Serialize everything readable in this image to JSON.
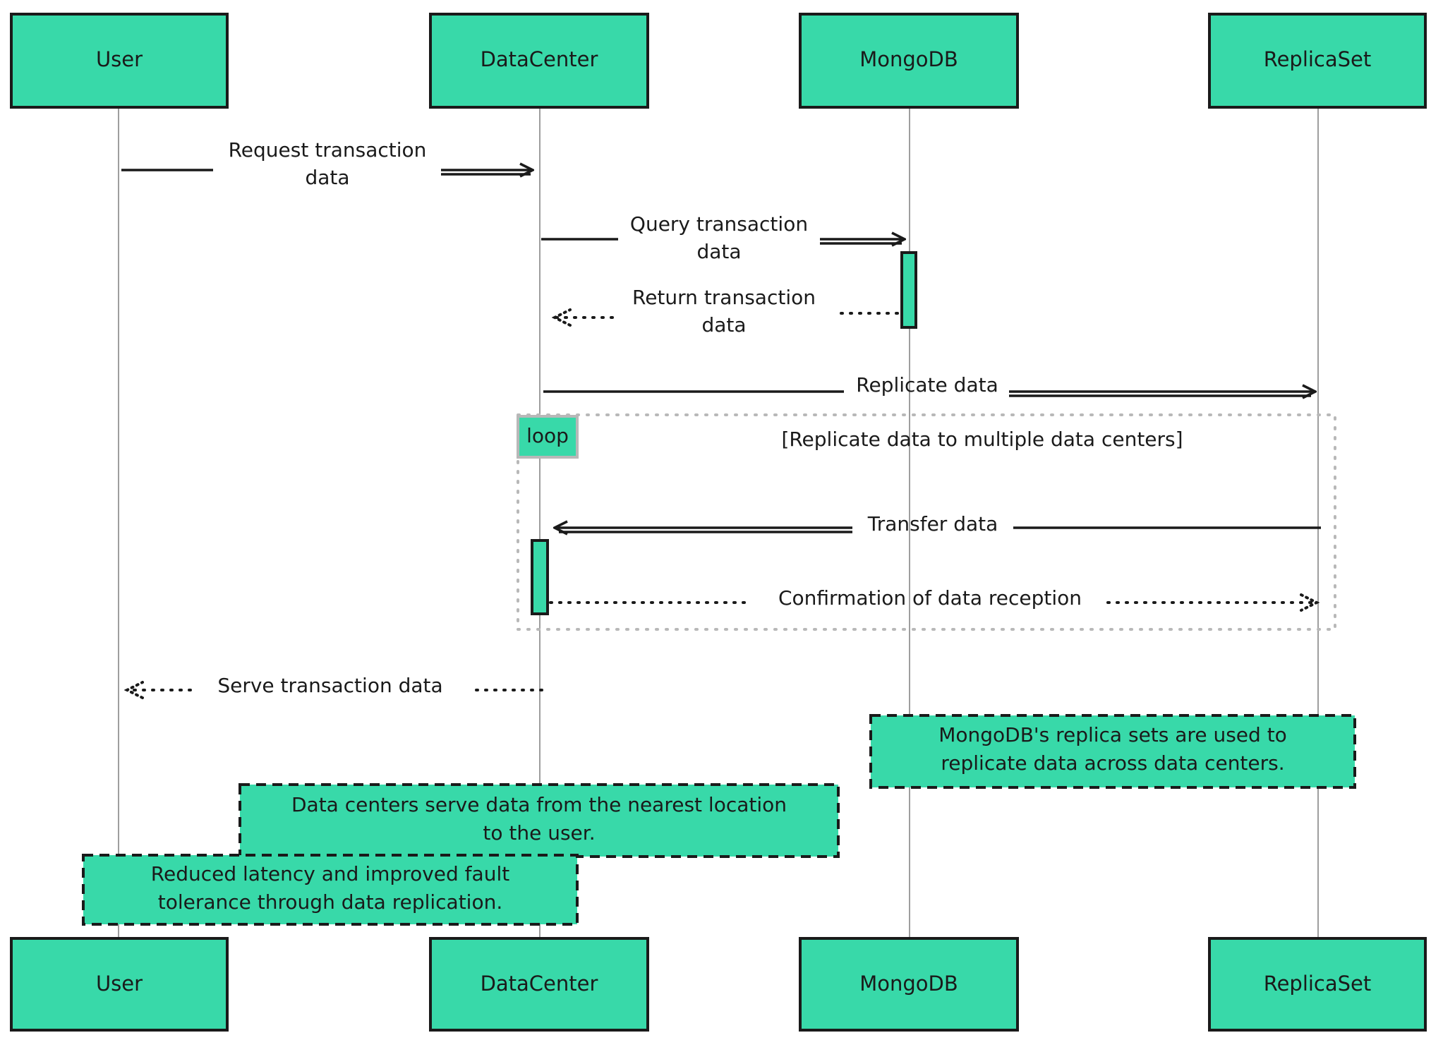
{
  "actors": [
    {
      "id": "user",
      "label": "User"
    },
    {
      "id": "datacenter",
      "label": "DataCenter"
    },
    {
      "id": "mongodb",
      "label": "MongoDB"
    },
    {
      "id": "replicaset",
      "label": "ReplicaSet"
    }
  ],
  "messages": [
    {
      "from": "user",
      "to": "datacenter",
      "style": "solid",
      "lines": [
        "Request transaction",
        "data"
      ]
    },
    {
      "from": "datacenter",
      "to": "mongodb",
      "style": "solid",
      "lines": [
        "Query transaction",
        "data"
      ]
    },
    {
      "from": "mongodb",
      "to": "datacenter",
      "style": "dotted",
      "lines": [
        "Return transaction",
        "data"
      ]
    },
    {
      "from": "datacenter",
      "to": "replicaset",
      "style": "solid",
      "lines": [
        "Replicate data"
      ]
    },
    {
      "from": "replicaset",
      "to": "datacenter",
      "style": "solid",
      "lines": [
        "Transfer data"
      ]
    },
    {
      "from": "datacenter",
      "to": "replicaset",
      "style": "dotted",
      "lines": [
        "Confirmation of data reception"
      ]
    },
    {
      "from": "datacenter",
      "to": "user",
      "style": "dotted",
      "lines": [
        "Serve transaction data"
      ]
    }
  ],
  "loop": {
    "tag": "loop",
    "condition": "[Replicate data to multiple data centers]"
  },
  "notes": [
    {
      "lines": [
        "MongoDB's replica sets are used to",
        "replicate data across data centers."
      ]
    },
    {
      "lines": [
        "Data centers serve data from the nearest location",
        "to the user."
      ]
    },
    {
      "lines": [
        "Reduced latency and improved fault",
        "tolerance through data replication."
      ]
    }
  ],
  "colors": {
    "fill": "#38d9a9",
    "stroke": "#1a1a1a",
    "lifeline": "#9e9e9e",
    "loop_frame": "#b8b8b8"
  }
}
